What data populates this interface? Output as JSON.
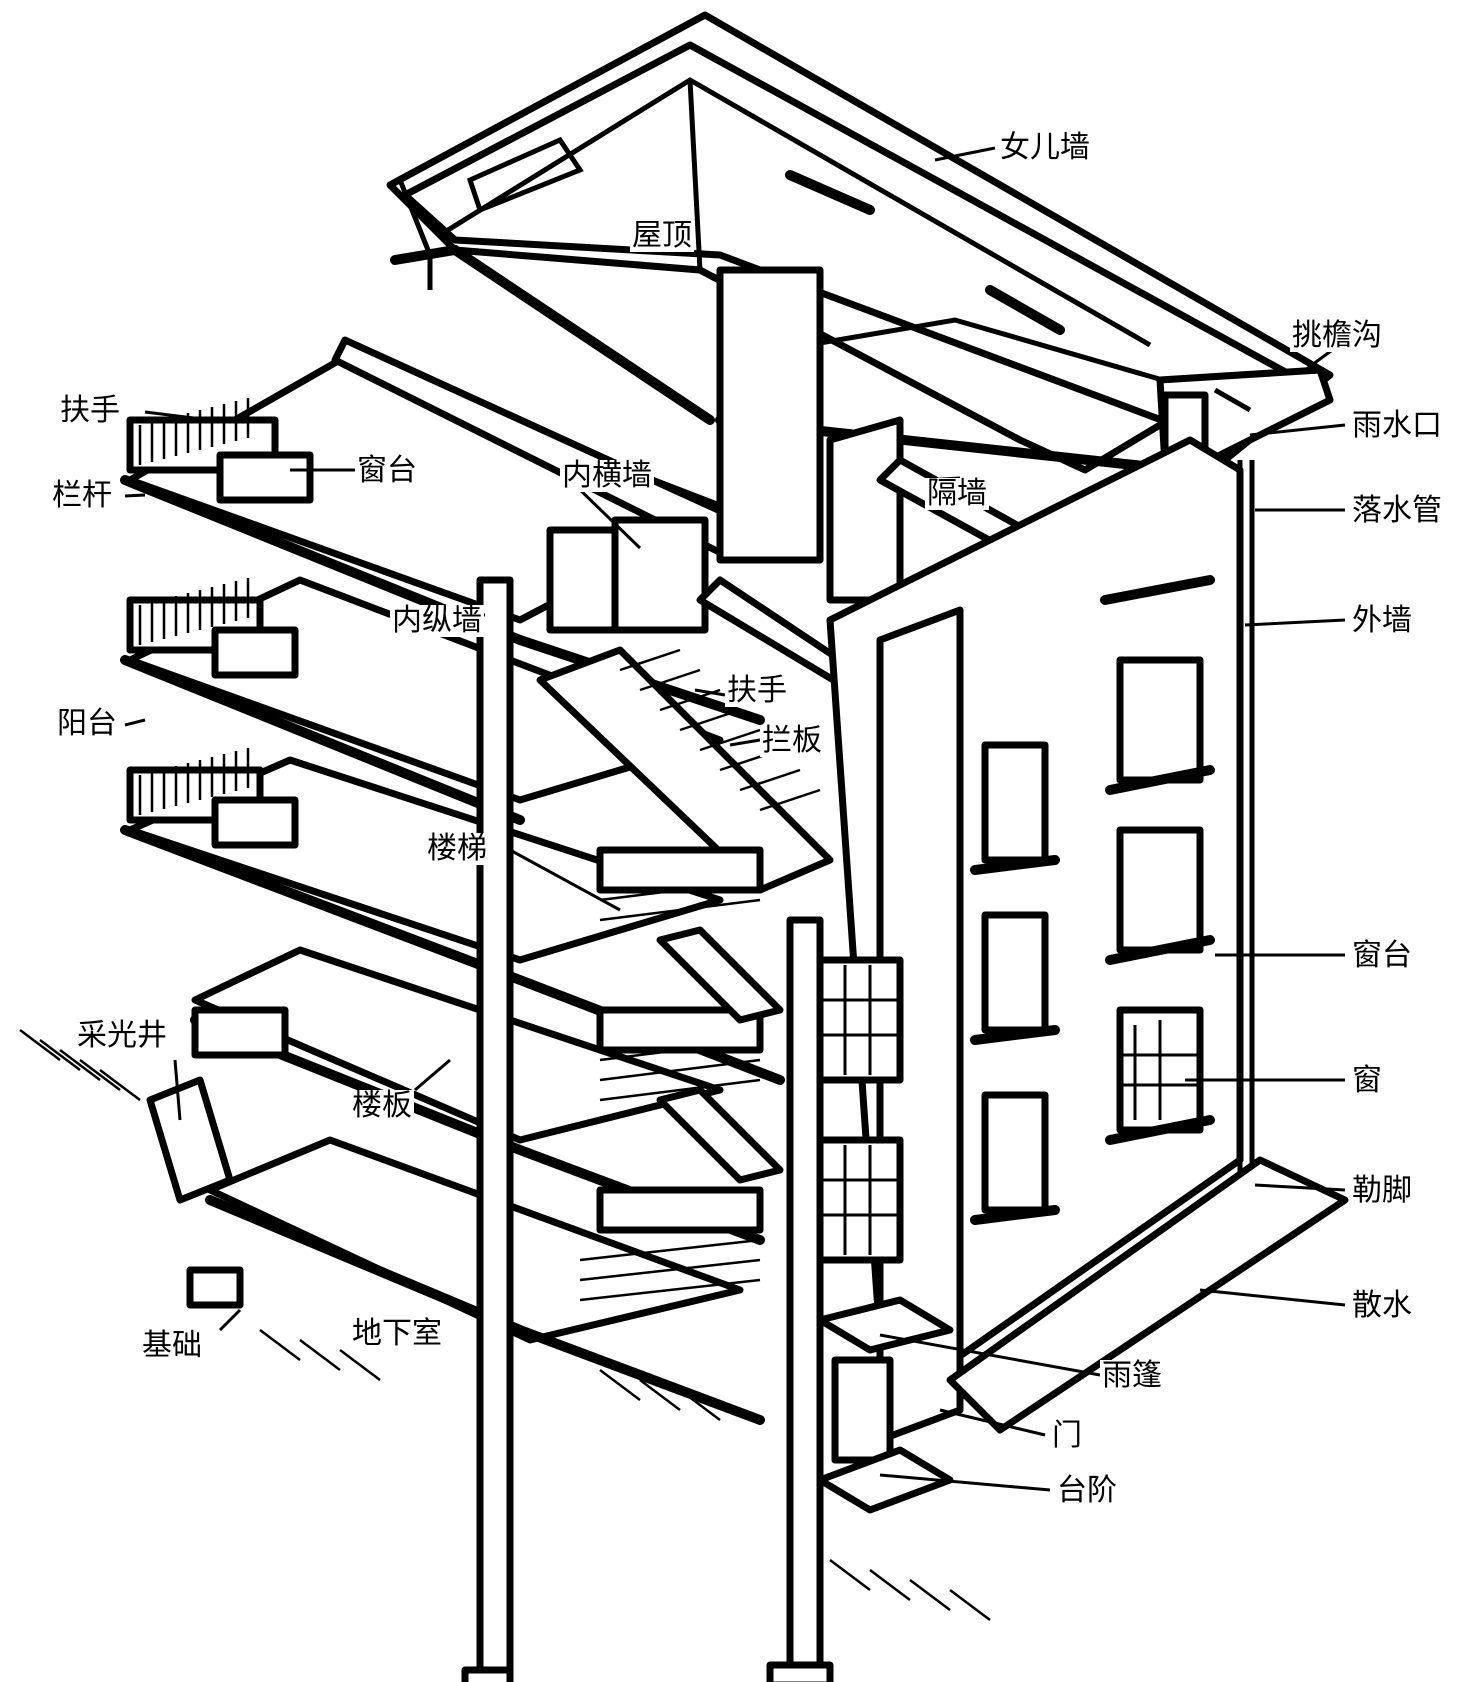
{
  "labels": {
    "nv_er_qiang": "女儿墙",
    "wu_ding": "屋顶",
    "tiao_yan_gou": "挑檐沟",
    "yu_shui_kou": "雨水口",
    "luo_shui_guan": "落水管",
    "wai_qiang": "外墙",
    "chuang_tai_right": "窗台",
    "chuang": "窗",
    "le_jiao": "勒脚",
    "san_shui": "散水",
    "yu_peng": "雨篷",
    "men": "门",
    "tai_jie": "台阶",
    "ge_qiang": "隔墙",
    "nei_heng_qiang": "内横墙",
    "nei_zong_qiang": "内纵墙",
    "fu_shou_stair": "扶手",
    "lan_ban": "拦板",
    "lou_ti": "楼梯",
    "lou_ban": "楼板",
    "di_xia_shi": "地下室",
    "ji_chu": "基础",
    "cai_guang_jing": "采光井",
    "yang_tai": "阳台",
    "lan_gan": "栏杆",
    "fu_shou_balcony": "扶手",
    "chuang_tai_left": "窗台"
  }
}
